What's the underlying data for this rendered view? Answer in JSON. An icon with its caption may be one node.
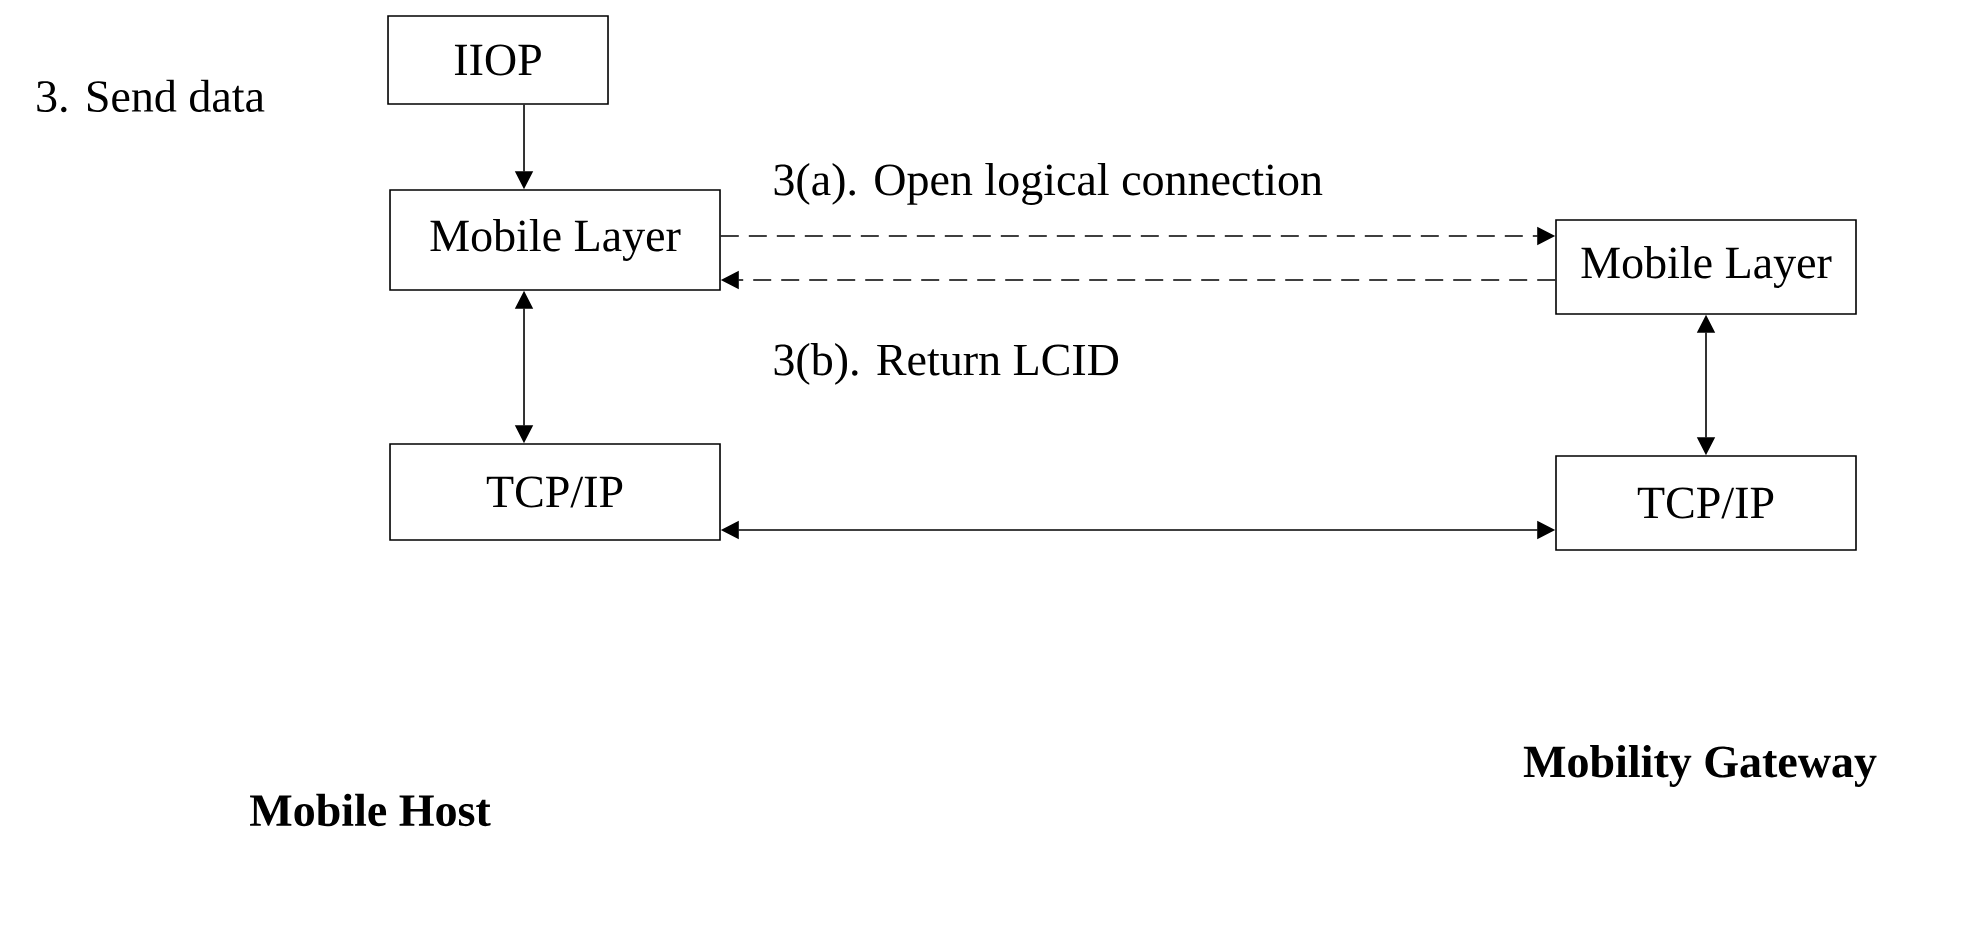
{
  "diagram": {
    "nodes": [
      {
        "text": [
          "IIOP"
        ]
      },
      {
        "text": [
          "Mobile Layer"
        ]
      },
      {
        "text": [
          "Mobile Layer"
        ]
      },
      {
        "text": [
          "TCP/IP"
        ]
      },
      {
        "text": [
          "TCP/IP"
        ]
      }
    ],
    "edges": [
      {
        "from": 0,
        "to": 1,
        "arrow": "to"
      },
      {
        "from": 1,
        "to": 2,
        "arrow": "to",
        "style": "dashed",
        "label": "3(a). Open logical connection"
      },
      {
        "from": 2,
        "to": 1,
        "arrow": "to",
        "style": "dashed",
        "label": "3(b). Return LCID"
      },
      {
        "from": 1,
        "to": 3,
        "arrow": "both"
      },
      {
        "from": 2,
        "to": 4,
        "arrow": "both"
      },
      {
        "from": 3,
        "to": 4,
        "arrow": "both"
      }
    ],
    "labels": [
      "3. Send data",
      "Mobile Host",
      "Mobility Gateway"
    ]
  }
}
